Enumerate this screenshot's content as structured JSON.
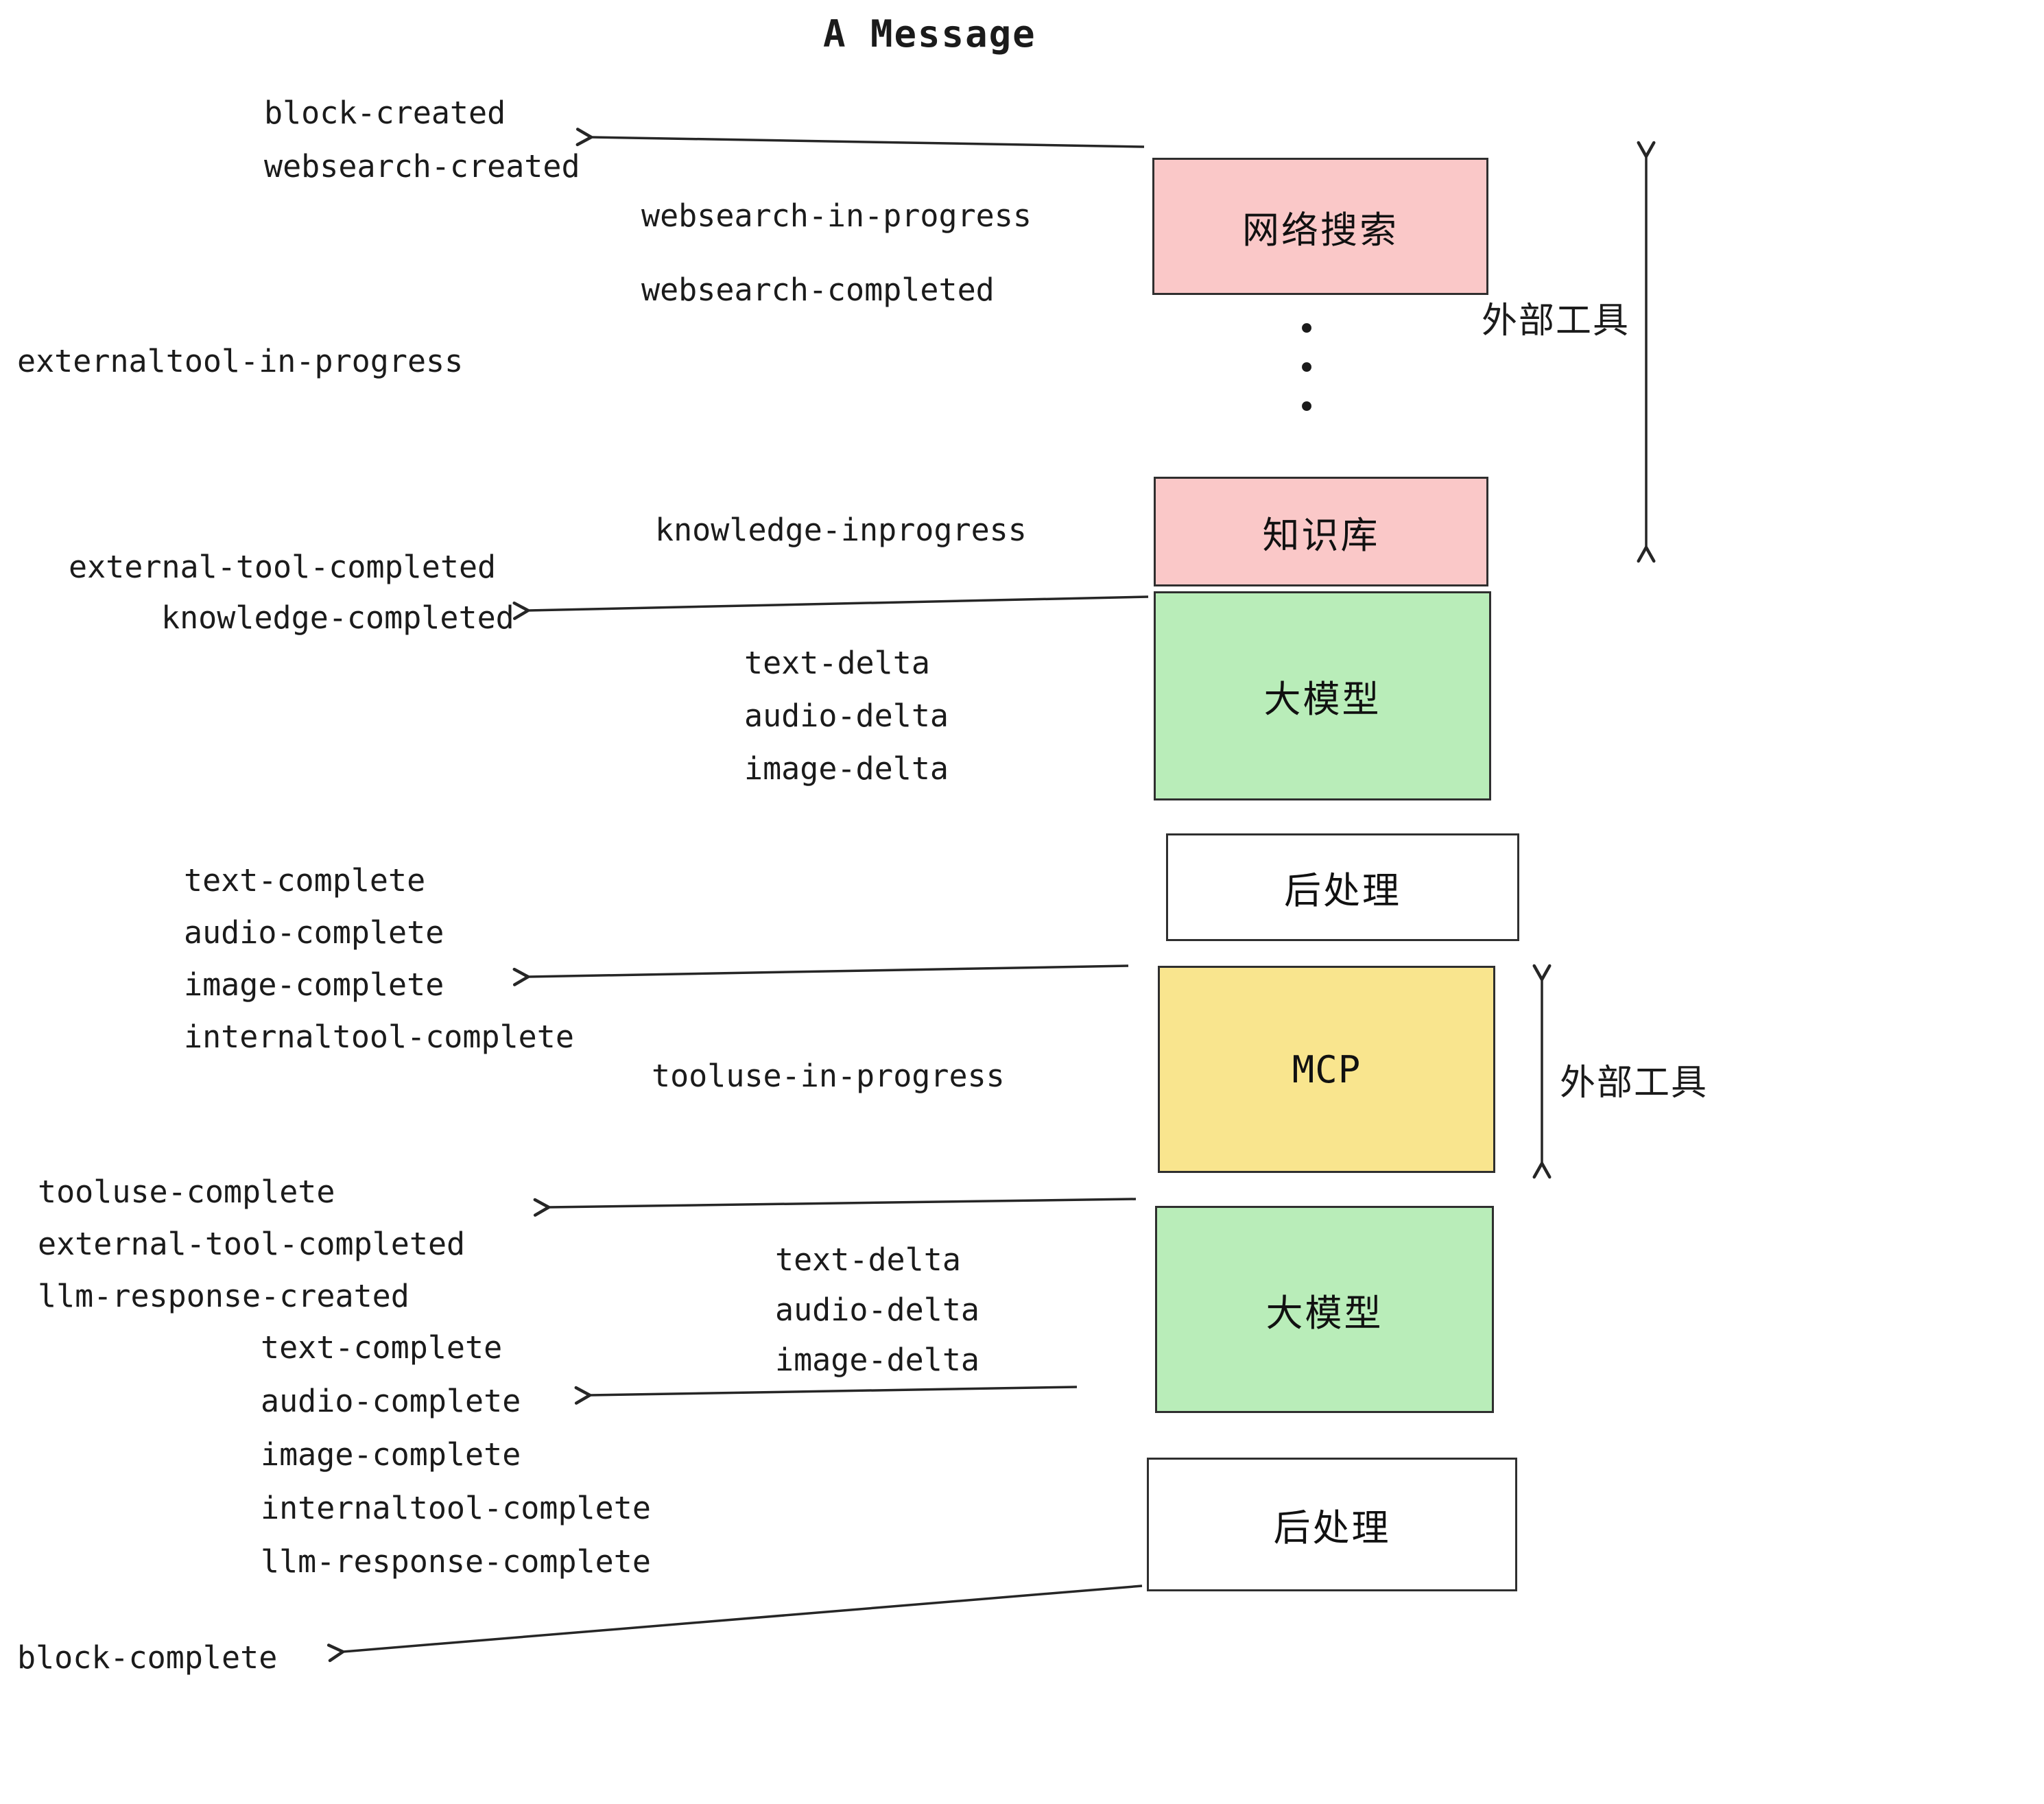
{
  "title": "A Message",
  "events": {
    "block_created": "block-created",
    "websearch_created": "websearch-created",
    "websearch_in_progress": "websearch-in-progress",
    "websearch_completed": "websearch-completed",
    "externaltool_in_progress": "externaltool-in-progress",
    "knowledge_inprogress": "knowledge-inprogress",
    "external_tool_completed": "external-tool-completed",
    "knowledge_completed": "knowledge-completed",
    "deltas1": [
      "text-delta",
      "audio-delta",
      "image-delta"
    ],
    "completes1": [
      "text-complete",
      "audio-complete",
      "image-complete",
      "internaltool-complete"
    ],
    "tooluse_in_progress": "tooluse-in-progress",
    "tooluse_group": [
      "tooluse-complete",
      "external-tool-completed",
      "llm-response-created"
    ],
    "deltas2": [
      "text-delta",
      "audio-delta",
      "image-delta"
    ],
    "completes2": [
      "text-complete",
      "audio-complete",
      "image-complete",
      "internaltool-complete",
      "llm-response-complete"
    ],
    "block_complete": "block-complete"
  },
  "boxes": {
    "websearch": {
      "label": "网络搜索",
      "fill": "#fac8c8"
    },
    "knowledge": {
      "label": "知识库",
      "fill": "#fac8c8"
    },
    "llm1": {
      "label": "大模型",
      "fill": "#b9edb9"
    },
    "post1": {
      "label": "后处理",
      "fill": "#ffffff"
    },
    "mcp": {
      "label": "MCP",
      "fill": "#f9e58e"
    },
    "llm2": {
      "label": "大模型",
      "fill": "#b9edb9"
    },
    "post2": {
      "label": "后处理",
      "fill": "#ffffff"
    }
  },
  "annotations": {
    "external_tools_top": "外部工具",
    "external_tools_mid": "外部工具",
    "dots": "•\n•\n•"
  },
  "colors": {
    "box_pink": "#fac8c8",
    "box_green": "#b9edb9",
    "box_yellow": "#f9e58e",
    "box_white": "#ffffff",
    "border": "#2f2f2f",
    "arrow": "#262626",
    "text": "#1b1b1b"
  }
}
